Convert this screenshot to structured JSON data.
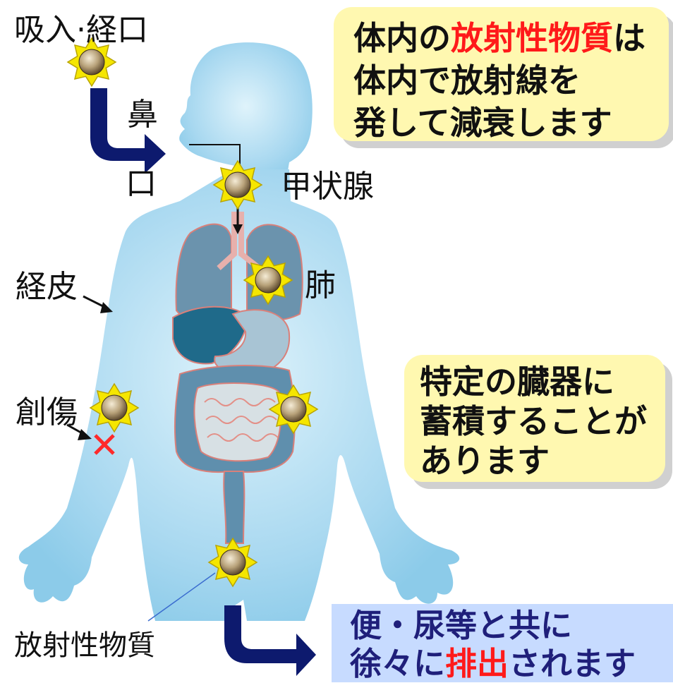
{
  "labels": {
    "intake": "吸入·経口",
    "nose": "鼻",
    "mouth": "口",
    "thyroid": "甲状腺",
    "lung": "肺",
    "skin": "経皮",
    "wound": "創傷",
    "radioactive_material": "放射性物質"
  },
  "callouts": {
    "top": {
      "line1_pre": "体内の",
      "line1_highlight": "放射性物質",
      "line1_post": "は",
      "line2": "体内で放射線を",
      "line3": "発して減衰します"
    },
    "middle": {
      "line1": "特定の臓器に",
      "line2": "蓄積することが",
      "line3": "あります"
    },
    "bottom": {
      "line1": "便・尿等と共に",
      "line2_pre": "徐々に",
      "line2_highlight": "排出",
      "line2_post": "されます"
    }
  },
  "colors": {
    "body": "#a8d8f0",
    "organ": "#5b8aa6",
    "organ_outline": "#d9807a",
    "arrow": "#0d1a6e",
    "star": "#f5e600",
    "callout_bg": "#fff8b0",
    "bottom_bg": "#c7dbff",
    "highlight_red": "#ff1a1a",
    "wound_mark": "#ff2a2a"
  }
}
